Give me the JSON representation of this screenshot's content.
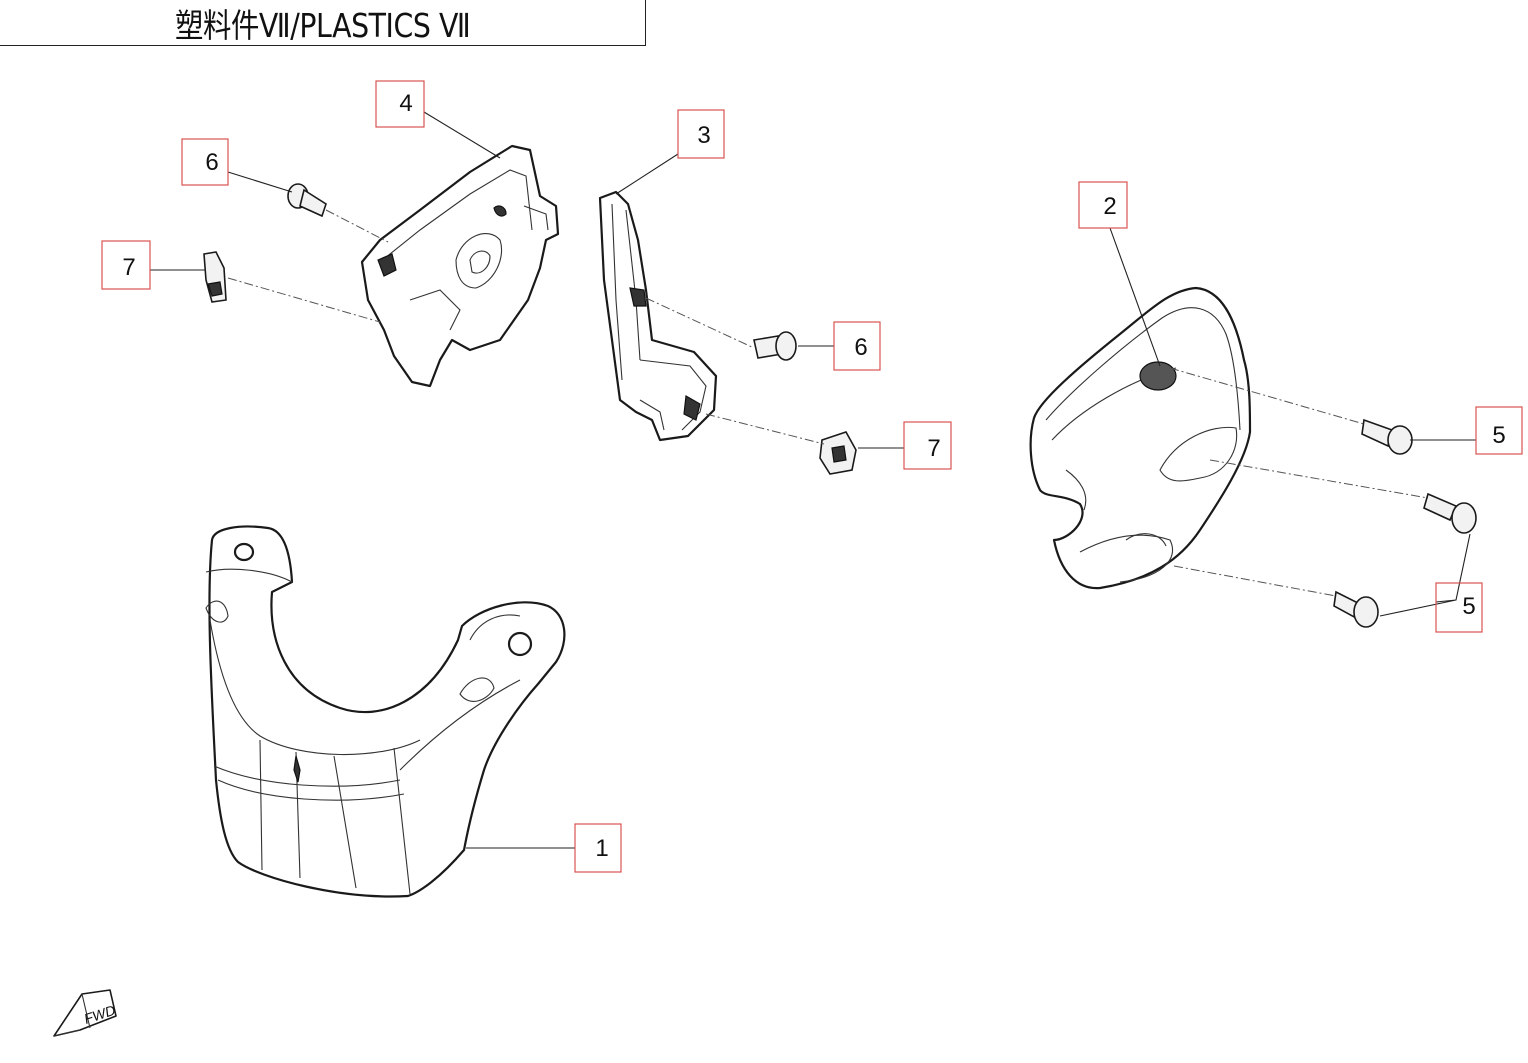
{
  "title": "塑料件Ⅶ/PLASTICS Ⅶ",
  "callouts": [
    {
      "id": "c1",
      "label": "1"
    },
    {
      "id": "c2",
      "label": "2"
    },
    {
      "id": "c3",
      "label": "3"
    },
    {
      "id": "c4",
      "label": "4"
    },
    {
      "id": "c5a",
      "label": "5"
    },
    {
      "id": "c5b",
      "label": "5"
    },
    {
      "id": "c6a",
      "label": "6"
    },
    {
      "id": "c6b",
      "label": "6"
    },
    {
      "id": "c7a",
      "label": "7"
    },
    {
      "id": "c7b",
      "label": "7"
    }
  ],
  "fwd_label": "FWD",
  "colors": {
    "callout_border": "#d9534f",
    "line": "#1a1a1a"
  }
}
